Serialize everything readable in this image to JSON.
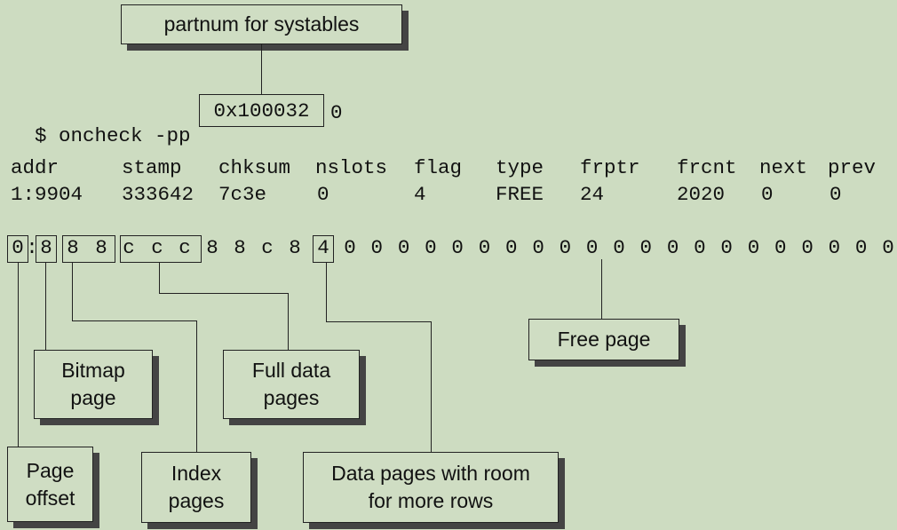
{
  "labels": {
    "partnum": "partnum for systables",
    "bitmap": "Bitmap\npage",
    "full": "Full data\npages",
    "free": "Free page",
    "offset": "Page\noffset",
    "index": "Index\npages",
    "room": "Data pages with room\nfor more rows"
  },
  "command": {
    "prompt": "$ oncheck -pp",
    "partnum": "0x100032",
    "suffix": "0"
  },
  "table": {
    "headers": [
      "addr",
      "stamp",
      "chksum",
      "nslots",
      "flag",
      "type",
      "frptr",
      "frcnt",
      "next",
      "prev"
    ],
    "values": [
      "1:9904",
      "333642",
      "7c3e",
      "0",
      "4",
      "FREE",
      "24",
      "2020",
      "0",
      "0"
    ]
  },
  "bytes": [
    "0",
    ":",
    "8",
    "8",
    "8",
    "c",
    "c",
    "c",
    "8",
    "8",
    "c",
    "8",
    "4",
    "0",
    "0",
    "0",
    "0",
    "0",
    "0",
    "0",
    "0",
    "0",
    "0",
    "0",
    "0",
    "0",
    "0",
    "0",
    "0",
    "0",
    "0",
    "0",
    "0",
    "0"
  ]
}
